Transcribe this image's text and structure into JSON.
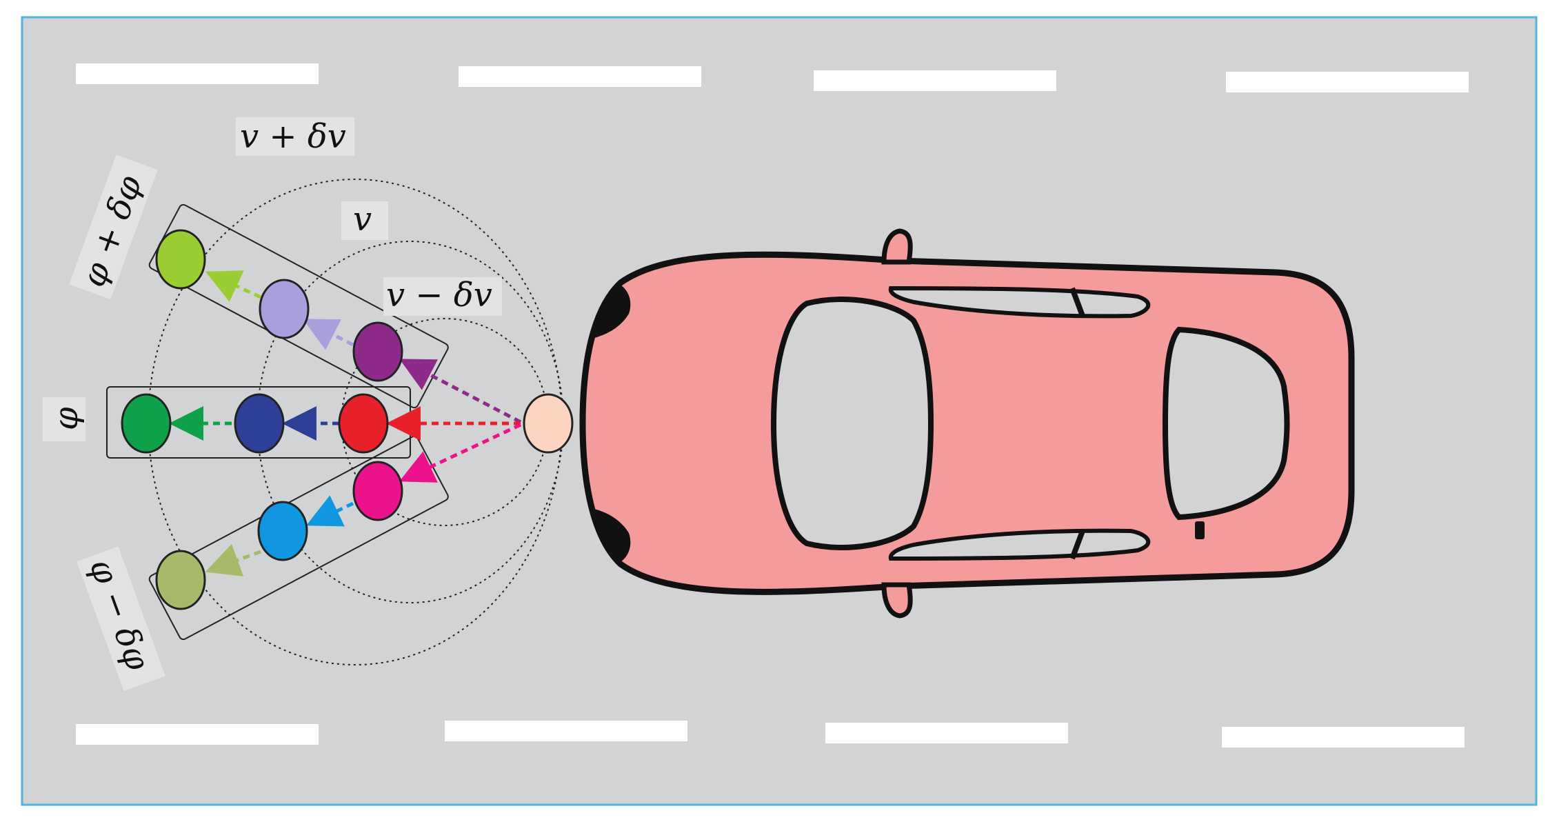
{
  "labels": {
    "v_plus": "v + δv",
    "v": "v",
    "v_minus": "v − δv",
    "phi_plus": "φ + δφ",
    "phi": "φ",
    "phi_minus": "φ − δφ"
  },
  "colors": {
    "border": "#4fb6dc",
    "road": "#d2d3d5",
    "lane_marking": "#ffffff",
    "car_body": "#f49b9b",
    "car_outline": "#111111",
    "pedestrian": "#fdd3c2",
    "upper_row": [
      "#9acd32",
      "#a89fdc",
      "#8e2a8a"
    ],
    "middle_row": [
      "#0fa14a",
      "#2e3f98",
      "#e8202a"
    ],
    "lower_row": [
      "#a9b96a",
      "#1197e0",
      "#ec128c"
    ],
    "arrow_upper": "#8e2a8a",
    "arrow_middle": "#e8202a",
    "arrow_lower": "#ec128c"
  },
  "icons": {
    "pedestrian": "circle",
    "car": "car-topview"
  }
}
